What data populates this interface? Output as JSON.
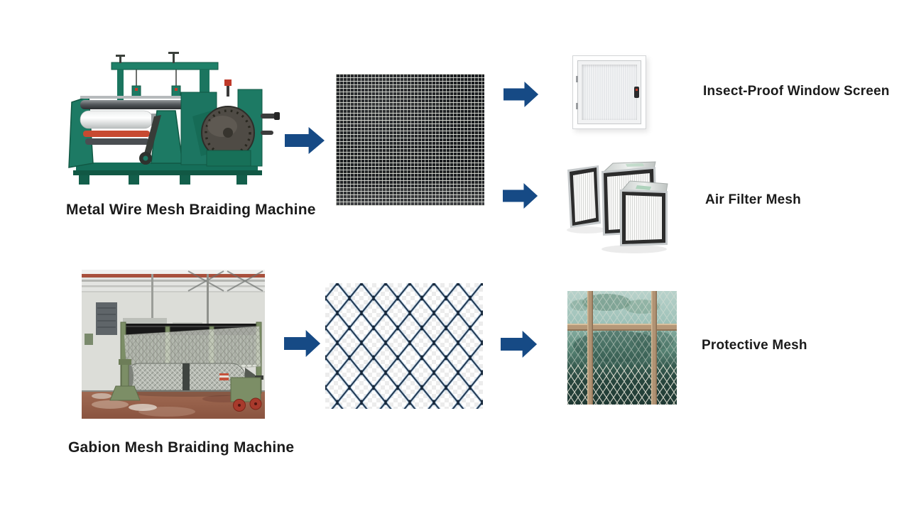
{
  "diagram": {
    "background": "#ffffff",
    "rows": [
      {
        "machine": {
          "image": "metal-wire-mesh-braiding-machine-photo",
          "label": "Metal Wire Mesh Braiding Machine"
        },
        "intermediate": {
          "image": "woven-square-wire-mesh-photo"
        },
        "outputs": [
          {
            "image": "insect-proof-window-screen-photo",
            "label": "Insect-Proof Window Screen"
          },
          {
            "image": "air-filter-mesh-photo",
            "label": "Air Filter Mesh"
          }
        ]
      },
      {
        "machine": {
          "image": "gabion-mesh-braiding-machine-photo",
          "label": "Gabion Mesh Braiding Machine"
        },
        "intermediate": {
          "image": "chain-link-diamond-mesh-photo"
        },
        "outputs": [
          {
            "image": "protective-mesh-window-photo",
            "label": "Protective Mesh"
          }
        ]
      }
    ],
    "arrow_icon": "right-block-arrow-icon",
    "colors": {
      "arrow_blue": "#164a85",
      "label_text": "#1b1b1b",
      "loom_green": "#1e7c66",
      "gabion_green": "#7c8e66",
      "floor_brick": "#9a6450",
      "glass_teal": "#9dc1b8"
    }
  }
}
